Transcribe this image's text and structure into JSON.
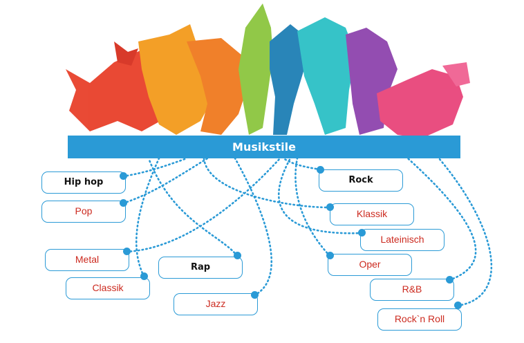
{
  "banner": {
    "title": "Musikstile"
  },
  "styles": {
    "hiphop": "Hip hop",
    "pop": "Pop",
    "metal": "Metal",
    "classik": "Classik",
    "rap": "Rap",
    "jazz": "Jazz",
    "rock": "Rock",
    "klassik": "Klassik",
    "lateinisch": "Lateinisch",
    "oper": "Oper",
    "rnb": "R&B",
    "rocknroll": "Rock`n Roll"
  },
  "colors": {
    "accent": "#2a9ad6",
    "label_red": "#cc2a1f",
    "label_dark": "#111111",
    "dancer_palette": [
      "#e8402a",
      "#f39a1c",
      "#8cc63f",
      "#1e7fb5",
      "#2cc0c6",
      "#8e44ad",
      "#e8457a"
    ]
  }
}
